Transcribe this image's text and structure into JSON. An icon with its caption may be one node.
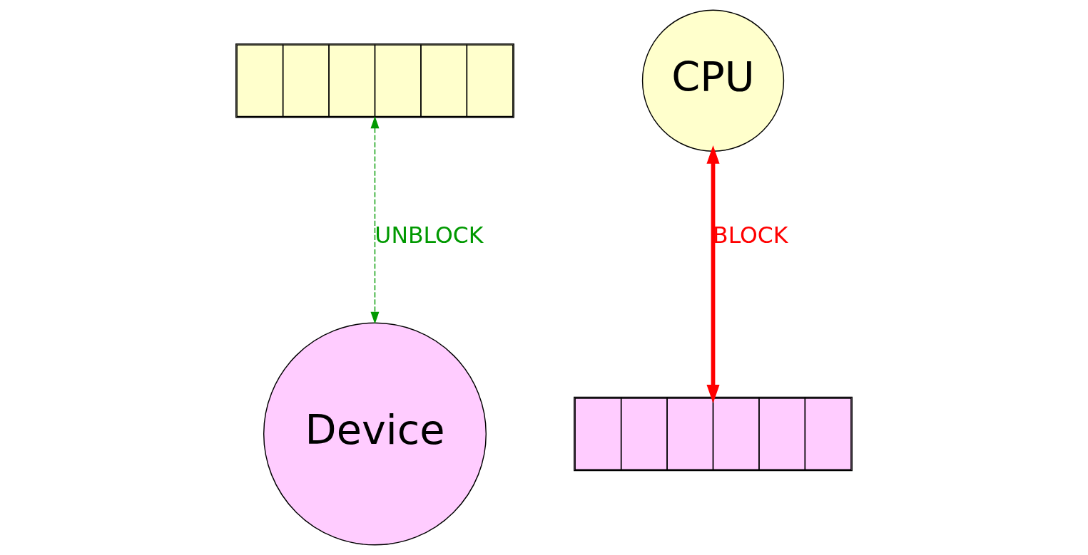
{
  "diagram": {
    "nodes": [
      {
        "text": [],
        "shape": "box"
      },
      {
        "text": [
          "CPU"
        ]
      },
      {
        "text": [
          "Device"
        ]
      },
      {
        "text": [],
        "shape": "box"
      }
    ],
    "edges": [
      {
        "from": 1,
        "to": 3,
        "arrow": "both",
        "label": "BLOCK",
        "style": "thick",
        "color": "#ff0000"
      },
      {
        "from": 0,
        "to": 2,
        "arrow": "both",
        "label": "UNBLOCK",
        "style": "dashed",
        "color": "#009900"
      }
    ]
  }
}
